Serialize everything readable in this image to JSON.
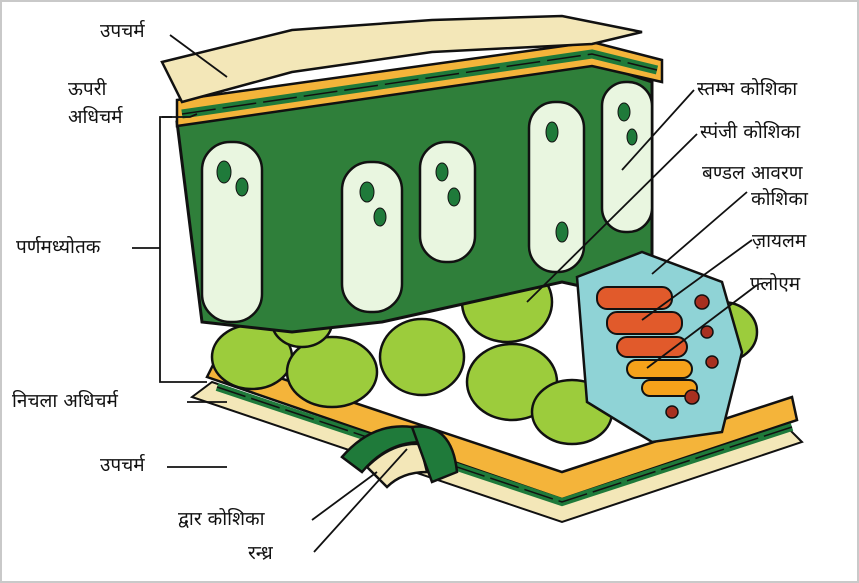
{
  "colors": {
    "cuticle": "#f3e7b8",
    "epidermis_orange": "#f4b43a",
    "epidermis_green": "#1f7a3a",
    "palisade_dark": "#2f7f3a",
    "palisade_light": "#e9f6e0",
    "spongy": "#9ccc3c",
    "bundle_sheath": "#8fd3d6",
    "xylem": "#e15a2b",
    "phloem": "#f6a21a",
    "line": "#111111"
  },
  "labels": {
    "cuticle_top": "उपचर्म",
    "upper_epidermis_1": "ऊपरी",
    "upper_epidermis_2": "अधिचर्म",
    "mesophyll": "पर्णमध्योतक",
    "lower_epidermis": "निचला अधिचर्म",
    "cuticle_bottom": "उपचर्म",
    "guard_cell": "द्वार कोशिका",
    "stoma": "रन्ध्र",
    "palisade_cell": "स्तम्भ कोशिका",
    "spongy_cell": "स्पंजी कोशिका",
    "bundle_sheath_1": "बण्डल आवरण",
    "bundle_sheath_2": "कोशिका",
    "xylem": "ज़ायलम",
    "phloem": "फ्लोएम"
  }
}
